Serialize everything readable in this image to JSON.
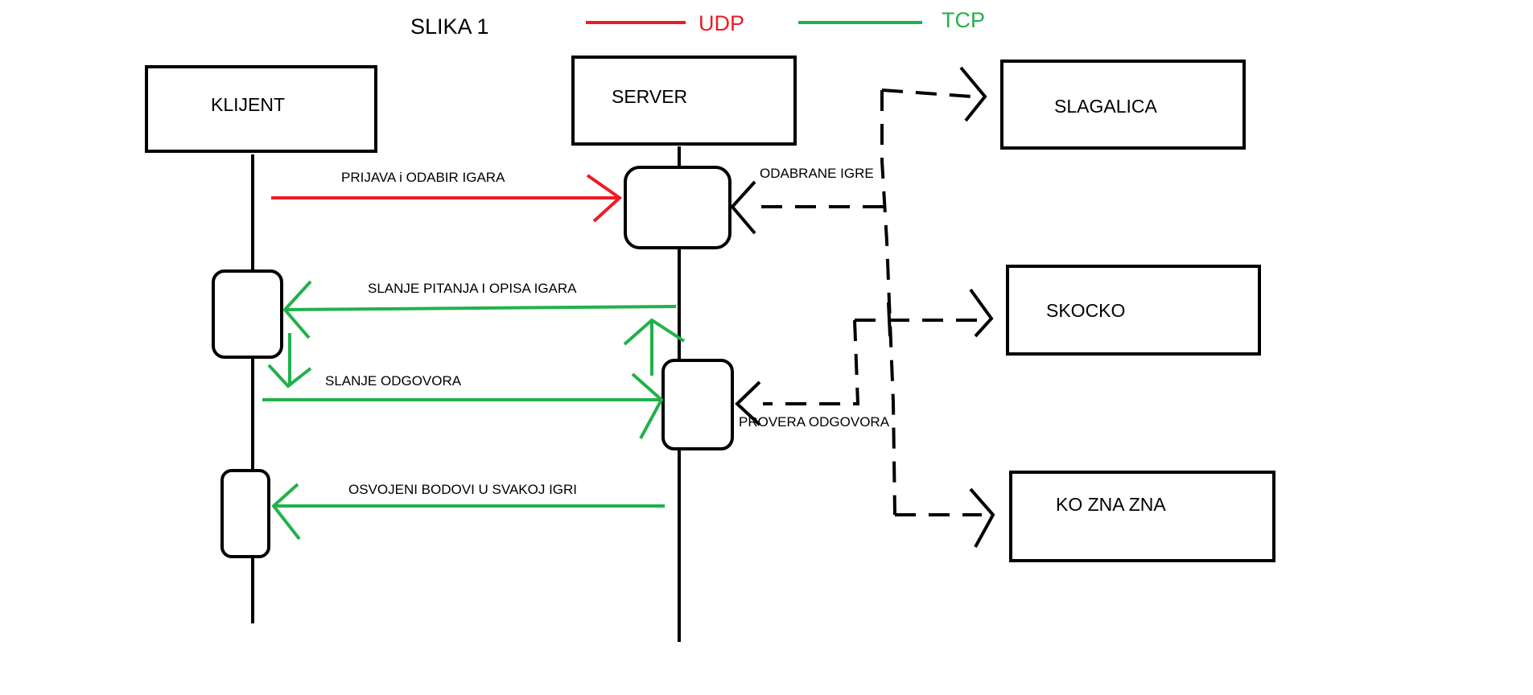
{
  "title": "SLIKA 1",
  "legend": [
    {
      "label": "UDP",
      "color": "#ed1c24"
    },
    {
      "label": "TCP",
      "color": "#22b14c"
    }
  ],
  "participants": {
    "client": "KLIJENT",
    "server": "SERVER"
  },
  "games": [
    "SLAGALICA",
    "SKOCKO",
    "KO ZNA ZNA"
  ],
  "messages": {
    "login": "PRIJAVA i ODABIR IGARA",
    "selected_games": "ODABRANE IGRE",
    "send_questions": "SLANJE PITANJA I OPISA IGARA",
    "send_answers": "SLANJE ODGOVORA",
    "check_answers": "PROVERA ODGOVORA",
    "points": "OSVOJENI BODOVI U SVAKOJ IGRI"
  },
  "colors": {
    "udp": "#ed1c24",
    "tcp": "#22b14c",
    "line": "#000000"
  }
}
